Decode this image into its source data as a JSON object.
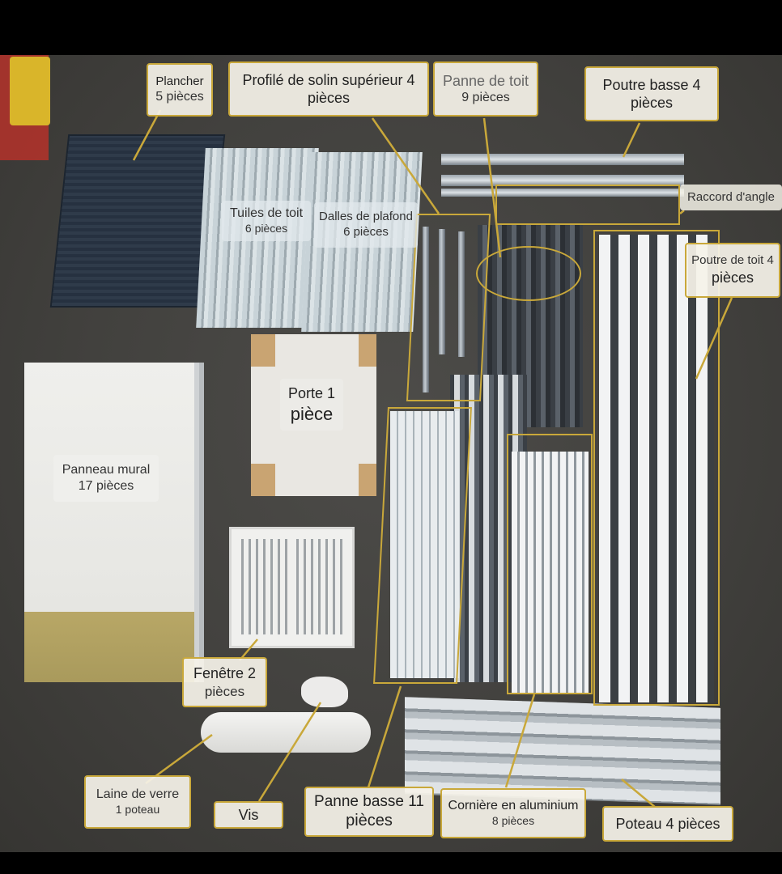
{
  "colors": {
    "frame": "#000000",
    "floor": "#42413e",
    "highlight": "#c9a83a",
    "label_bg": "#f5f2e8"
  },
  "labels": {
    "plancher": {
      "title": "Plancher",
      "count": "5 pièces"
    },
    "solin": {
      "title": "Profilé de solin supérieur 4",
      "count": "pièces"
    },
    "panne_toit": {
      "title": "Panne de toit",
      "count": "9 pièces"
    },
    "poutre_basse": {
      "title": "Poutre basse 4",
      "count": "pièces"
    },
    "raccord": {
      "title": "Raccord d'angle"
    },
    "poutre_toit": {
      "title": "Poutre de toit 4",
      "count": "pièces"
    },
    "tuiles": {
      "title": "Tuiles de toit",
      "count": "6 pièces"
    },
    "dalles": {
      "title": "Dalles de plafond",
      "count": "6 pièces"
    },
    "porte": {
      "title": "Porte 1",
      "count": "pièce"
    },
    "panneau": {
      "title": "Panneau mural",
      "count": "17 pièces"
    },
    "fenetre": {
      "title": "Fenêtre 2",
      "count": "pièces"
    },
    "laine": {
      "title": "Laine de verre",
      "count": "1 poteau"
    },
    "vis": {
      "title": "Vis"
    },
    "panne_basse": {
      "title": "Panne basse 11",
      "count": "pièces"
    },
    "corniere": {
      "title": "Cornière en aluminium",
      "count": "8 pièces"
    },
    "poteau": {
      "title": "Poteau 4 pièces"
    }
  }
}
